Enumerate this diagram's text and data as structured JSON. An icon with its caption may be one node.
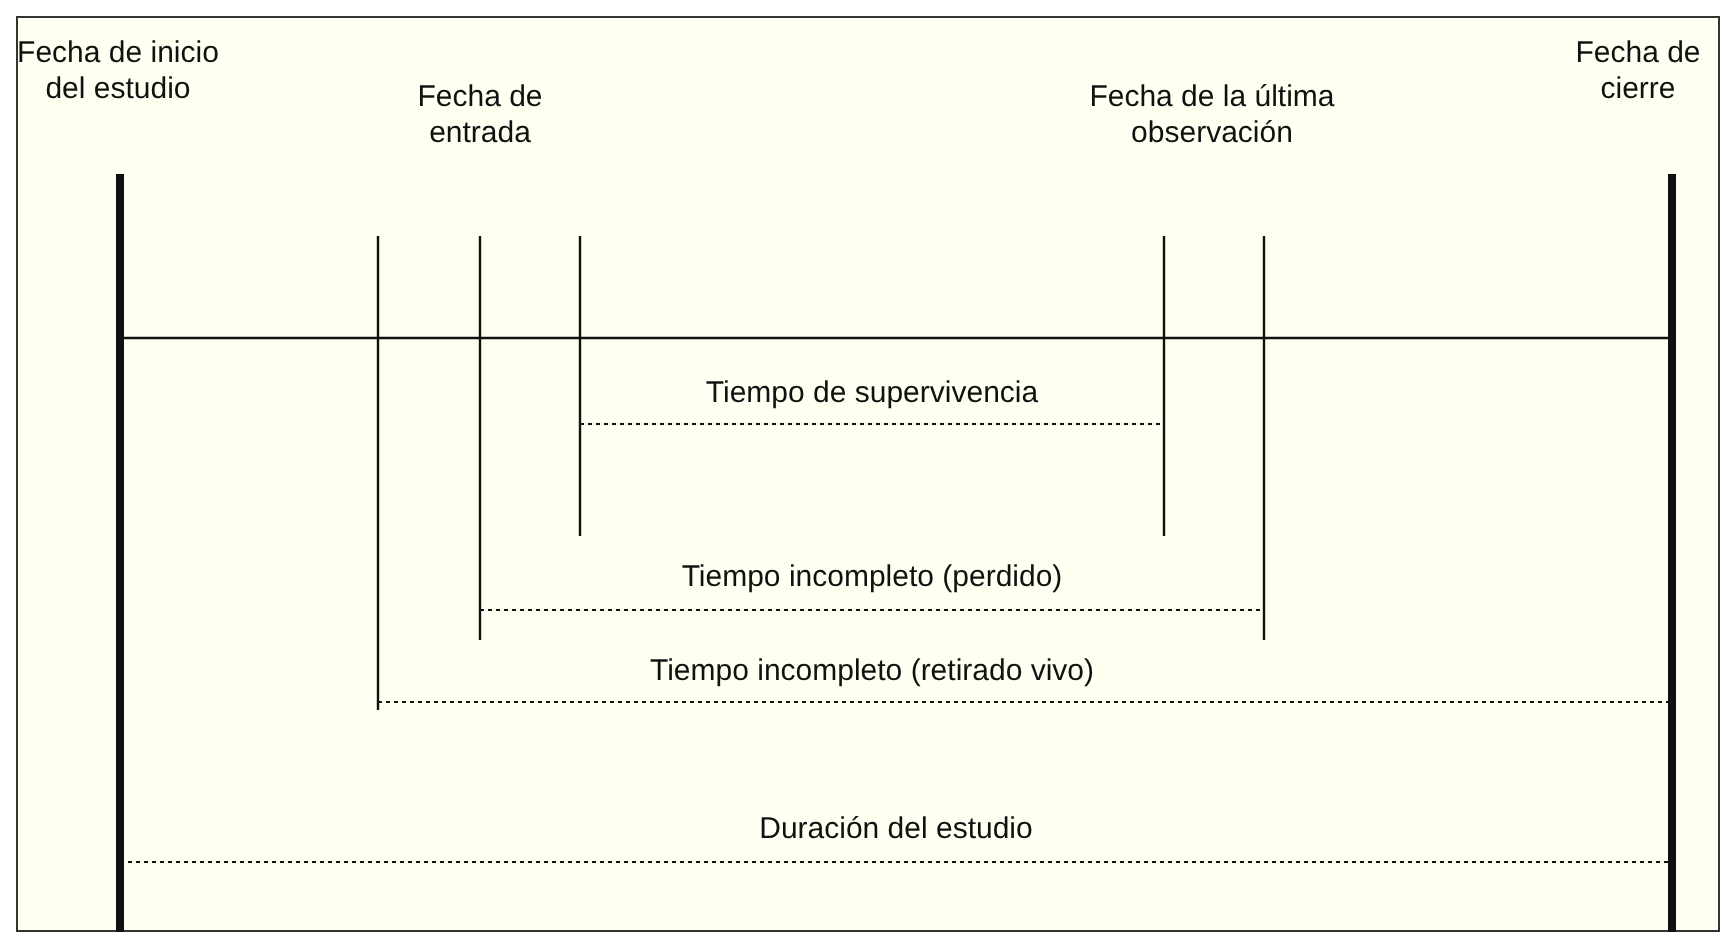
{
  "diagram": {
    "labels": [
      "Fecha de inicio del estudio",
      "Fecha de cierre",
      "Fecha de entrada",
      "Fecha de la última observación",
      "Tiempo de supervivencia",
      "Tiempo incompleto (perdido)",
      "Tiempo incompleto (retirado vivo)",
      "Duración del estudio"
    ]
  }
}
